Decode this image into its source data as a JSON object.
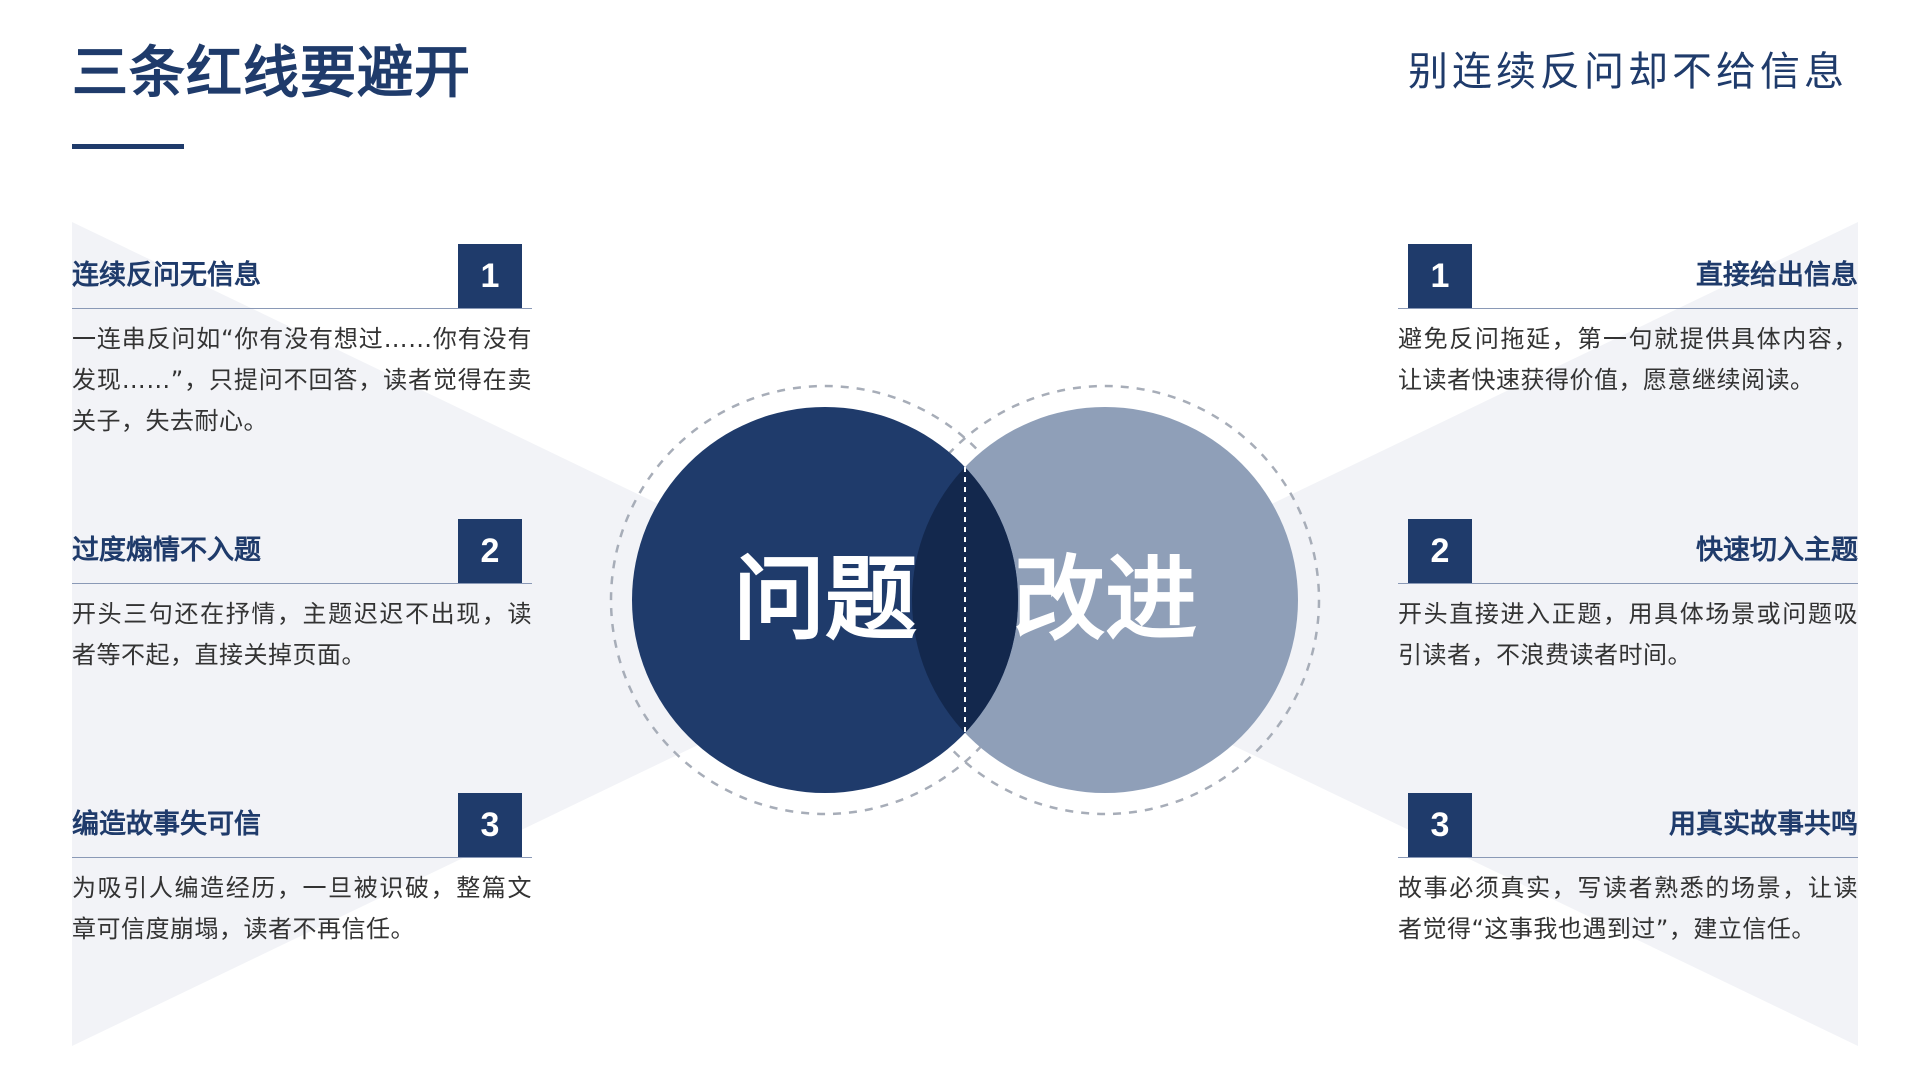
{
  "header": {
    "title": "三条红线要避开",
    "subtitle": "别连续反问却不给信息"
  },
  "colors": {
    "primary": "#1f3b6b",
    "secondary": "#8f9fb8",
    "overlap": "#13284d",
    "background_shape": "#f2f3f7",
    "text": "#333333"
  },
  "center": {
    "left_label": "问题",
    "right_label": "改进"
  },
  "problems": [
    {
      "number": "1",
      "title": "连续反问无信息",
      "description": "一连串反问如“你有没有想过……你有没有发现……”，只提问不回答，读者觉得在卖关子，失去耐心。"
    },
    {
      "number": "2",
      "title": "过度煽情不入题",
      "description": "开头三句还在抒情，主题迟迟不出现，读者等不起，直接关掉页面。"
    },
    {
      "number": "3",
      "title": "编造故事失可信",
      "description": "为吸引人编造经历，一旦被识破，整篇文章可信度崩塌，读者不再信任。"
    }
  ],
  "solutions": [
    {
      "number": "1",
      "title": "直接给出信息",
      "description": "避免反问拖延，第一句就提供具体内容，让读者快速获得价值，愿意继续阅读。"
    },
    {
      "number": "2",
      "title": "快速切入主题",
      "description": "开头直接进入正题，用具体场景或问题吸引读者，不浪费读者时间。"
    },
    {
      "number": "3",
      "title": "用真实故事共鸣",
      "description": "故事必须真实，写读者熟悉的场景，让读者觉得“这事我也遇到过”，建立信任。"
    }
  ]
}
